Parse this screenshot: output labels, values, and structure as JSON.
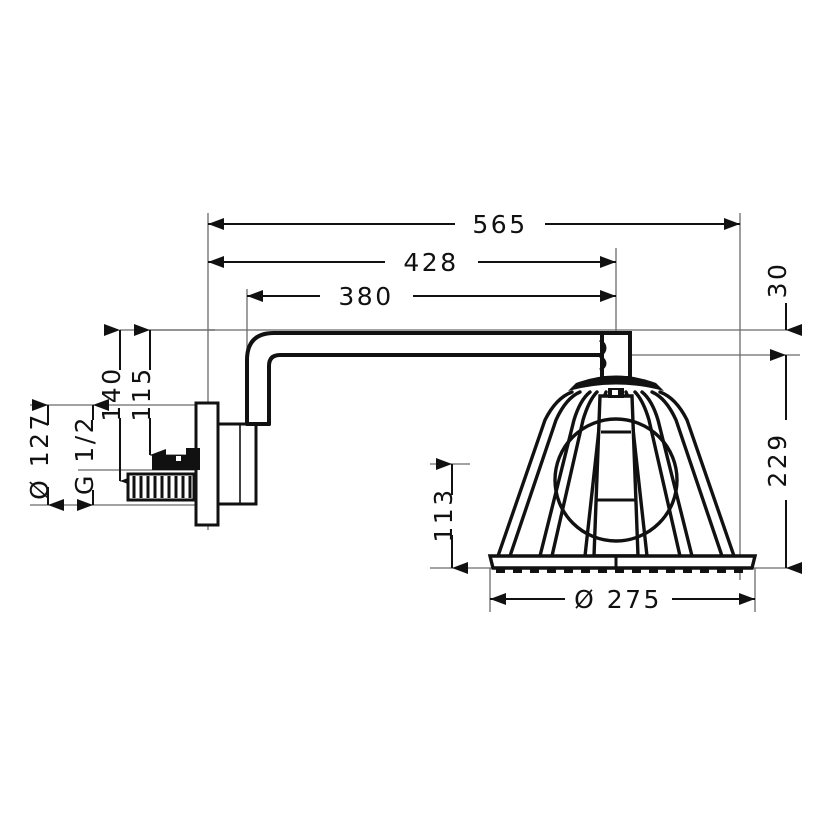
{
  "drawing": {
    "type": "technical-dimension-drawing",
    "subject": "wall-mounted overhead shower with lamp-shade cage and arm",
    "units": "mm",
    "background_color": "#ffffff",
    "line_color": "#111111",
    "thin_line_color": "#666666"
  },
  "dimensions": {
    "overall_length": "565",
    "arm_length_to_head_center": "428",
    "arm_reach": "380",
    "wall_plate_diameter": "Ø 127",
    "thread_spec": "G 1/2",
    "height_to_arm_top": "140",
    "height_to_inlet": "115",
    "head_clearance_height": "113",
    "top_offset": "30",
    "head_height": "229",
    "head_diameter": "Ø 275"
  },
  "labels": {
    "d565": "565",
    "d428": "428",
    "d380": "380",
    "d127": "Ø 127",
    "g12": "G 1/2",
    "d140": "140",
    "d115": "115",
    "d113": "113",
    "d30": "30",
    "d229": "229",
    "d275": "Ø 275"
  }
}
